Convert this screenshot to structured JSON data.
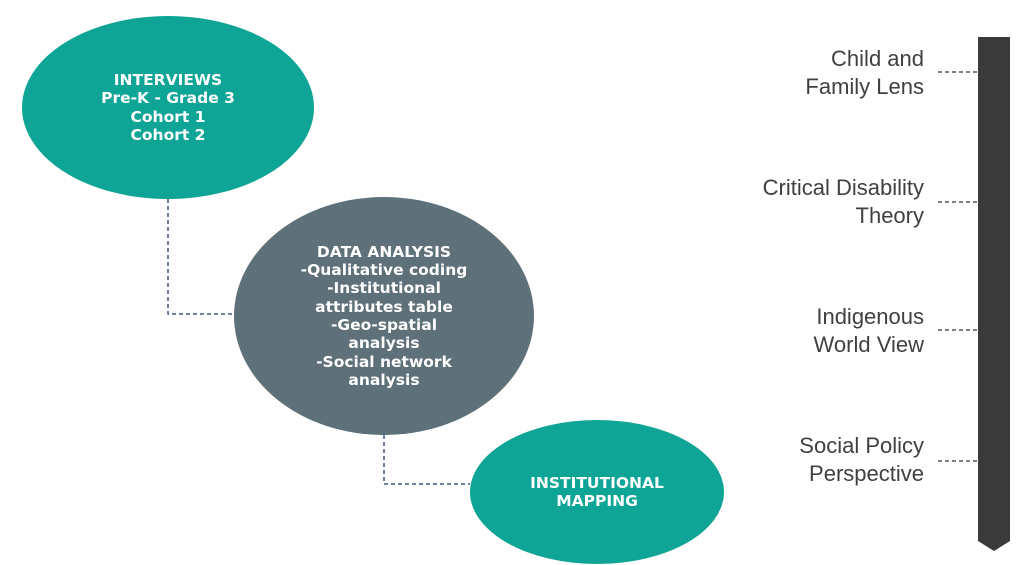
{
  "diagram": {
    "nodes": [
      {
        "id": "interviews",
        "lines": [
          "INTERVIEWS",
          "Pre-K - Grade 3",
          "Cohort 1",
          "Cohort 2"
        ],
        "color": "#0fa596"
      },
      {
        "id": "data-analysis",
        "lines": [
          "DATA ANALYSIS",
          "-Qualitative coding",
          "-Institutional",
          "attributes table",
          "-Geo-spatial",
          "analysis",
          "-Social network",
          "analysis"
        ],
        "color": "#5e7079"
      },
      {
        "id": "institutional-mapping",
        "lines": [
          "INSTITUTIONAL",
          "MAPPING"
        ],
        "color": "#0fa596"
      }
    ],
    "lenses": [
      {
        "lines": [
          "Child and",
          "Family Lens"
        ]
      },
      {
        "lines": [
          "Critical Disability",
          "Theory"
        ]
      },
      {
        "lines": [
          "Indigenous",
          "World View"
        ]
      },
      {
        "lines": [
          "Social Policy",
          "Perspective"
        ]
      }
    ],
    "colors": {
      "connector": "#3f5680",
      "lens_bar": "#3a3a3a",
      "lens_text": "#404040"
    }
  }
}
